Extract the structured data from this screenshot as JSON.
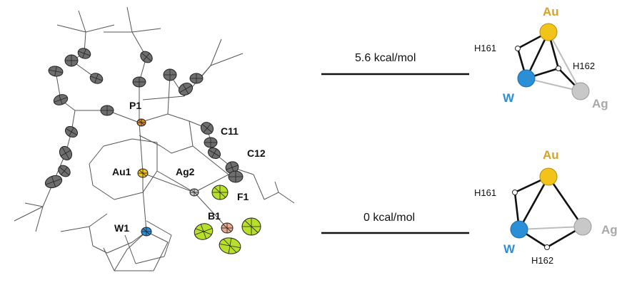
{
  "colors": {
    "gold": "#f2c41a",
    "silver": "#c8c8c8",
    "tungsten": "#2a8fd6",
    "fluorine": "#b8e02a",
    "boron": "#e8a88c",
    "phosphorus": "#e08a28",
    "carbon": "#6e6e6e",
    "bond": "#555555",
    "au_label": "#d9a21e",
    "w_label": "#2a8fd6",
    "ag_label": "#a9a9a9"
  },
  "structure": {
    "labels": {
      "p1": "P1",
      "au1": "Au1",
      "ag2": "Ag2",
      "w1": "W1",
      "b1": "B1",
      "f1": "F1",
      "c11": "C11",
      "c12": "C12"
    }
  },
  "energy_levels": [
    {
      "energy": "5.6 kcal/mol",
      "cluster": {
        "au": "Au",
        "w": "W",
        "ag": "Ag",
        "h_a": "H161",
        "h_b": "H162"
      }
    },
    {
      "energy": "0 kcal/mol",
      "cluster": {
        "au": "Au",
        "w": "W",
        "ag": "Ag",
        "h_a": "H161",
        "h_b": "H162"
      }
    }
  ]
}
